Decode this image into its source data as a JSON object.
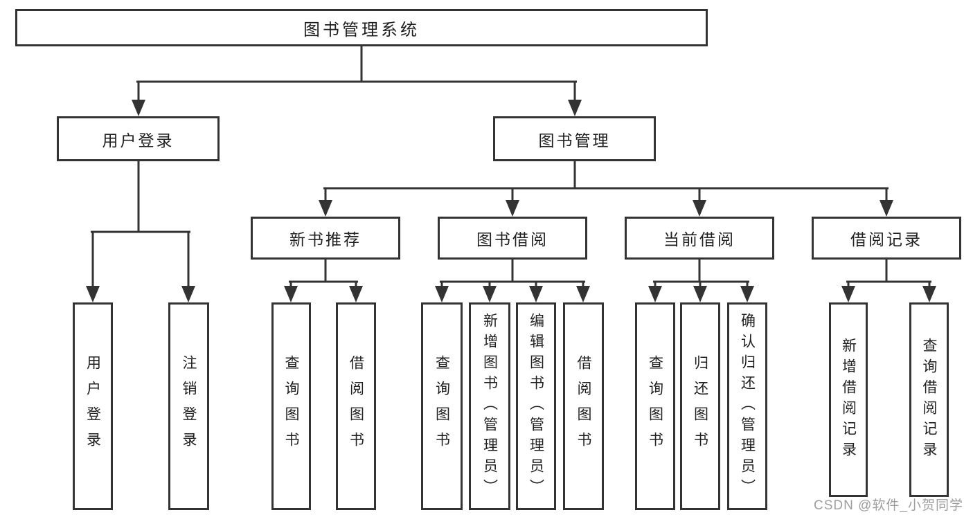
{
  "diagram_title": "图书管理系统",
  "watermark": "CSDN @软件_小贺同学",
  "colors": {
    "line": "#333333",
    "text": "#1f1f1f",
    "watermark": "#9e9e9e",
    "background": "#ffffff"
  },
  "tree": {
    "label": "图书管理系统",
    "children": [
      {
        "label": "用户登录",
        "children": [
          {
            "label": "用户登录"
          },
          {
            "label": "注销登录"
          }
        ]
      },
      {
        "label": "图书管理",
        "children": [
          {
            "label": "新书推荐",
            "children": [
              {
                "label": "查询图书"
              },
              {
                "label": "借阅图书"
              }
            ]
          },
          {
            "label": "图书借阅",
            "children": [
              {
                "label": "查询图书"
              },
              {
                "label": "新增图书（管理员）"
              },
              {
                "label": "编辑图书（管理员）"
              },
              {
                "label": "借阅图书"
              }
            ]
          },
          {
            "label": "当前借阅",
            "children": [
              {
                "label": "查询图书"
              },
              {
                "label": "归还图书"
              },
              {
                "label": "确认归还（管理员）"
              }
            ]
          },
          {
            "label": "借阅记录",
            "children": [
              {
                "label": "新增借阅记录"
              },
              {
                "label": "查询借阅记录"
              }
            ]
          }
        ]
      }
    ]
  }
}
